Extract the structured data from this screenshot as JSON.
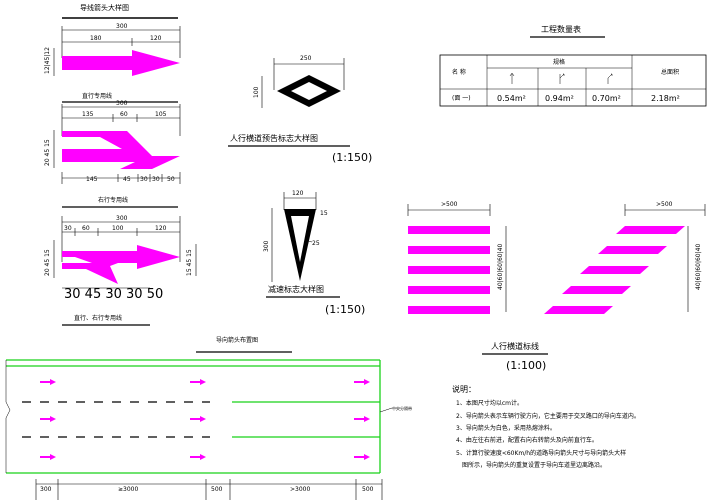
{
  "titles": {
    "arrow_detail": "导线箭头大样图",
    "straight_lane": "直行专用线",
    "right_turn_lane": "右行专用线",
    "straight_right_lane": "直行、右行专用线",
    "crossing_warning": "人行横道预告标志大样图",
    "crossing_warning_scale": "(1:150)",
    "yield_mark": "减速标志大样图",
    "yield_mark_scale": "(1:150)",
    "crosswalk": "人行横道标线",
    "crosswalk_scale": "(1:100)",
    "layout_plan": "导向箭头布置图",
    "quantity_table": "工程数量表",
    "notes_heading": "说明："
  },
  "dims": {
    "a1_total": "300",
    "a1_left": "180",
    "a1_right": "120",
    "a1_side": "12|45|12",
    "a2_total": "300",
    "a2_top": [
      "135",
      "60",
      "105"
    ],
    "a2_bottom": [
      "145",
      "45",
      "30",
      "30",
      "50"
    ],
    "a2_side": "20 45 15",
    "a3_total": "300",
    "a3_top": [
      "30",
      "60",
      "100",
      "120"
    ],
    "a3_bottom": "30 45 30 30 50",
    "a3_side_left": "20 45 15",
    "a3_side_right": "15 45 15",
    "diamond_width": "250",
    "diamond_height": "100",
    "tri_width": "120",
    "tri_height": "300",
    "tri_side_a": "15",
    "tri_side_b": "25",
    "cw_left_width": ">500",
    "cw_right_width": ">500",
    "cw_side_left": "40|60|60|60|40",
    "cw_side_right": "40|60|60|60|40",
    "plan_bottom": [
      "300",
      "≥3000",
      "500",
      ">3000",
      "500"
    ],
    "plan_side_label": "中央分隔带"
  },
  "table": {
    "col_name": "名 称",
    "col_spec": "规格",
    "col_total": "总面积",
    "row_label": "(面 一)",
    "cells": [
      "0.54m²",
      "0.94m²",
      "0.70m²",
      "2.18m²"
    ]
  },
  "notes": [
    "1、本图尺寸均以cm计。",
    "2、导向箭头表示车辆行驶方向，它主要用于交叉路口的导向车道内。",
    "3、导向箭头为白色，采用热熔涂料。",
    "4、由左往右前进，配置右向右转箭头及向前直行车。",
    "5、计算行驶速度<60Km/h的道路导向箭头尺寸与导向箭头大样",
    "图所示，导向箭头的重复设置于导向车道里边离路沿。"
  ],
  "colors": {
    "marking": "#ff00ff",
    "road_edge": "#19d219",
    "line": "#000000"
  }
}
